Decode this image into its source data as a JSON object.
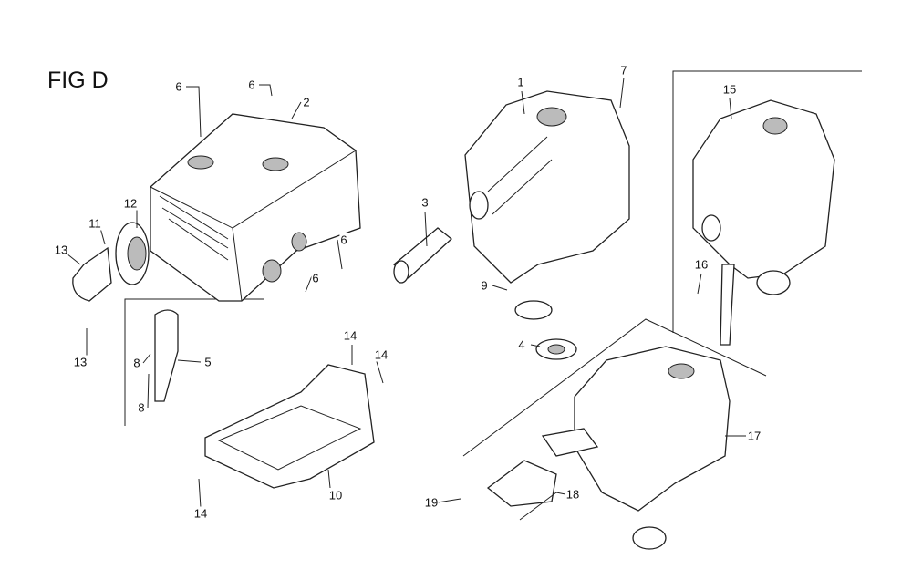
{
  "figure_title": "FIG D",
  "callouts": [
    "6",
    "6",
    "2",
    "12",
    "11",
    "13",
    "13",
    "8",
    "8",
    "5",
    "6",
    "6",
    "14",
    "14",
    "14",
    "10",
    "1",
    "7",
    "3",
    "9",
    "4",
    "15",
    "16",
    "17",
    "18",
    "19"
  ]
}
